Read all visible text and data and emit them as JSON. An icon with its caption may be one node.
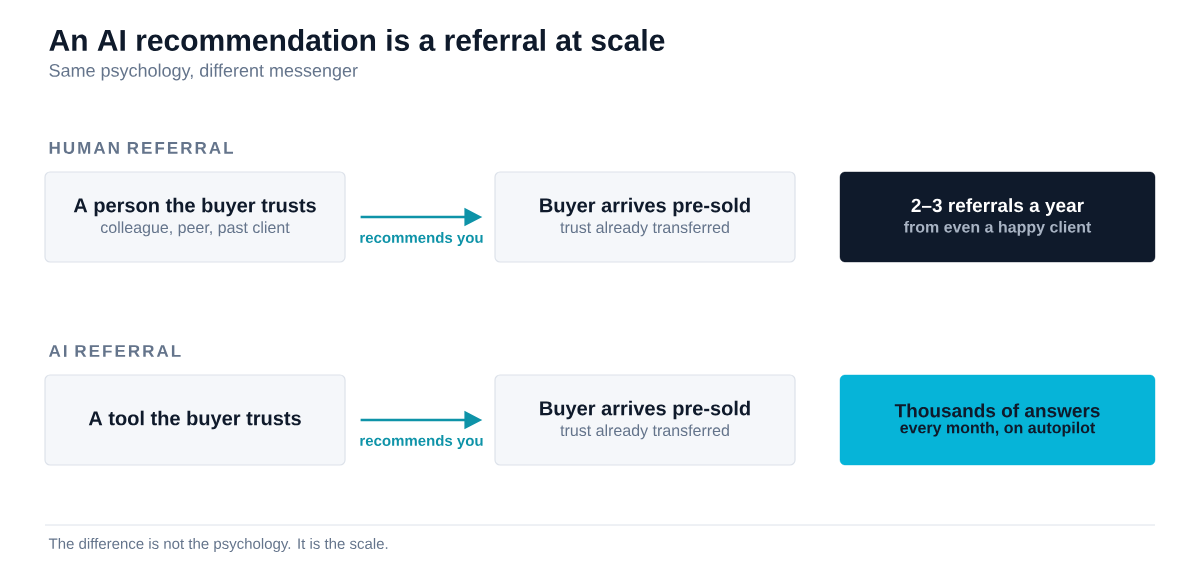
{
  "diagram": {
    "title": "An AI recommendation is a referral at scale",
    "caption": "The difference is not the psychology. It is the scale.",
    "nodes": [
      {
        "text": [
          "A person the buyer trusts",
          "colleague, peer, past client"
        ]
      },
      {
        "text": [
          "Buyer arrives pre-sold",
          "trust already transferred"
        ]
      },
      {
        "text": [
          "2–3 referrals a year",
          "from even a happy client"
        ]
      },
      {
        "text": [
          "A tool the buyer trusts"
        ]
      },
      {
        "text": [
          "Buyer arrives pre-sold",
          "trust already transferred"
        ]
      },
      {
        "text": [
          "Thousands of answers",
          "every month, on autopilot"
        ]
      }
    ],
    "edges": [
      {
        "from": 0,
        "to": 1,
        "arrow": "to",
        "label": "recommends you"
      },
      {
        "from": 3,
        "to": 4,
        "arrow": "to",
        "label": "recommends you"
      }
    ],
    "labels": [
      "Same psychology, different messenger",
      "HUMAN REFERRAL",
      "AI REFERRAL"
    ]
  }
}
